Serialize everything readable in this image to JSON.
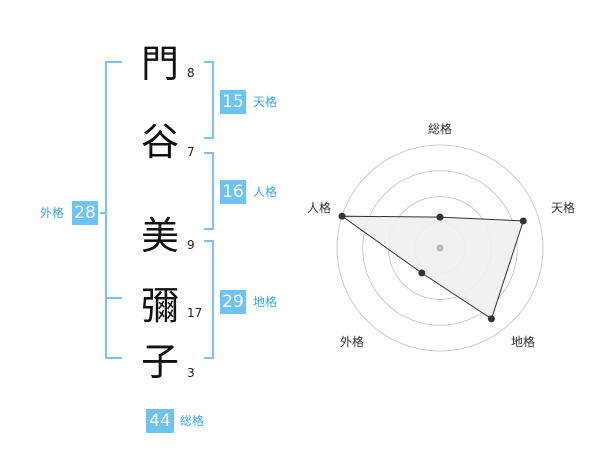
{
  "name_chars": [
    {
      "char": "門",
      "strokes": "8"
    },
    {
      "char": "谷",
      "strokes": "7"
    },
    {
      "char": "美",
      "strokes": "9"
    },
    {
      "char": "彌",
      "strokes": "17"
    },
    {
      "char": "子",
      "strokes": "3"
    }
  ],
  "fortunes": {
    "tenkaku": {
      "value": "15",
      "label": "天格"
    },
    "jinkaku": {
      "value": "16",
      "label": "人格"
    },
    "chikaku": {
      "value": "29",
      "label": "地格"
    },
    "gaikaku": {
      "value": "28",
      "label": "外格"
    },
    "soukaku": {
      "value": "44",
      "label": "総格"
    }
  },
  "radar": {
    "axes": [
      "総格",
      "天格",
      "地格",
      "外格",
      "人格"
    ],
    "levels": 4,
    "values": [
      0.3,
      0.85,
      0.85,
      0.3,
      1.0
    ],
    "colors": {
      "ring": "#cccccc",
      "fill": "#f0f0f0",
      "line": "#333333",
      "accent": "#6dc3f2"
    }
  }
}
